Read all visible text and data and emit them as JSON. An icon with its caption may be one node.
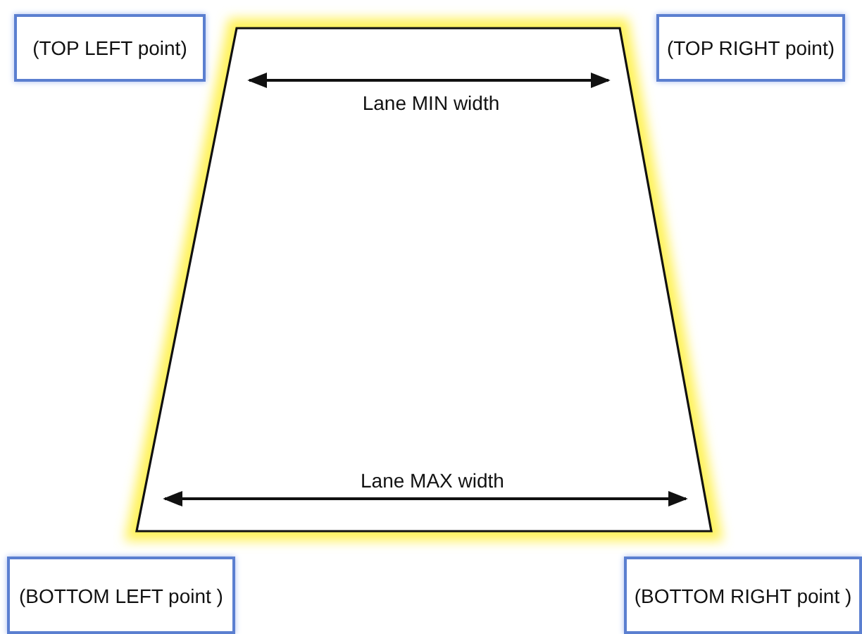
{
  "diagram": {
    "nodes": [
      {
        "text": [
          "(TOP LEFT point)"
        ]
      },
      {
        "text": [
          "(TOP RIGHT point)"
        ]
      },
      {
        "text": [
          "(BOTTOM LEFT point )"
        ]
      },
      {
        "text": [
          "(BOTTOM RIGHT point )"
        ]
      }
    ],
    "labels": [
      "Lane MIN width",
      "Lane MAX width"
    ]
  }
}
